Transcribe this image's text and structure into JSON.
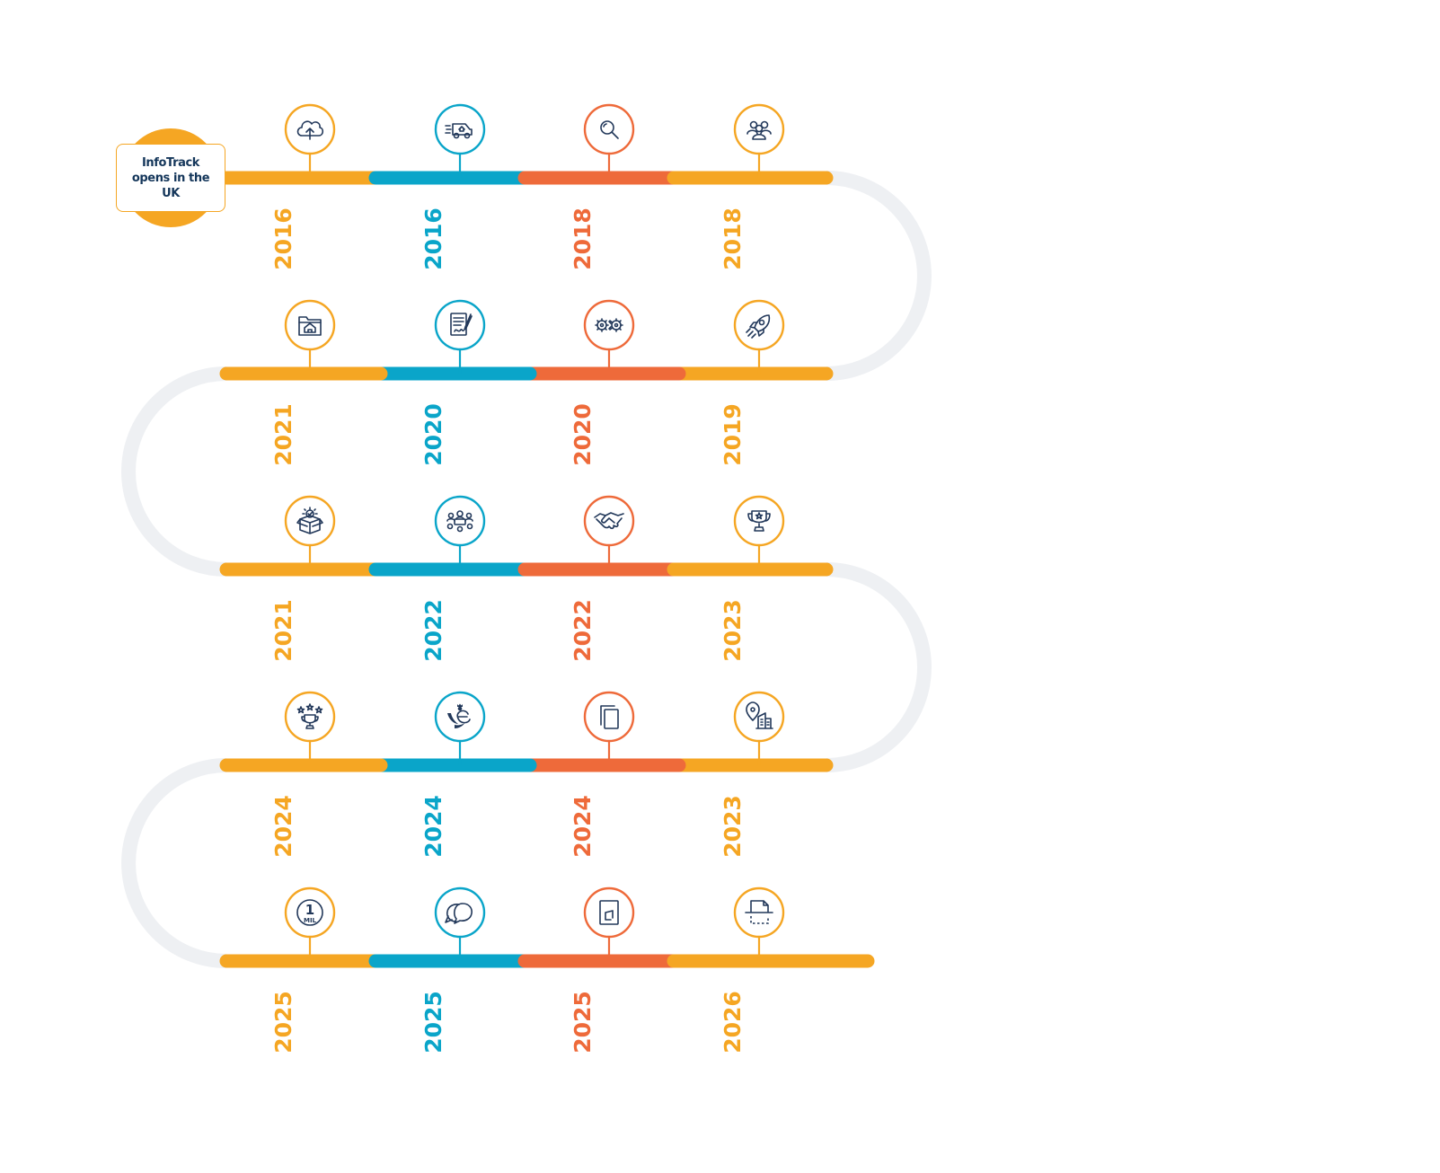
{
  "colors": {
    "orange": "#f5a623",
    "blue": "#0aa5c9",
    "red": "#ee6a3a",
    "track": "#eef0f3",
    "icon": "#22385a",
    "card_text": "#14365a"
  },
  "start_card": {
    "text": "InfoTrack opens in the UK"
  },
  "rows": [
    {
      "direction": "ltr",
      "milestones": [
        {
          "year": "2016",
          "color": "orange",
          "icon": "cloud-upload-icon"
        },
        {
          "year": "2016",
          "color": "blue",
          "icon": "delivery-van-icon"
        },
        {
          "year": "2018",
          "color": "red",
          "icon": "magnifying-glass-icon"
        },
        {
          "year": "2018",
          "color": "orange",
          "icon": "people-group-icon"
        }
      ]
    },
    {
      "direction": "rtl",
      "milestones": [
        {
          "year": "2021",
          "color": "orange",
          "icon": "property-folder-icon"
        },
        {
          "year": "2020",
          "color": "blue",
          "icon": "signed-document-icon"
        },
        {
          "year": "2020",
          "color": "red",
          "icon": "connected-gears-icon"
        },
        {
          "year": "2019",
          "color": "orange",
          "icon": "rocket-icon"
        }
      ]
    },
    {
      "direction": "ltr",
      "milestones": [
        {
          "year": "2021",
          "color": "orange",
          "icon": "verified-package-icon"
        },
        {
          "year": "2022",
          "color": "blue",
          "icon": "team-meeting-icon"
        },
        {
          "year": "2022",
          "color": "red",
          "icon": "handshake-icon"
        },
        {
          "year": "2023",
          "color": "orange",
          "icon": "trophy-icon"
        }
      ]
    },
    {
      "direction": "rtl",
      "milestones": [
        {
          "year": "2024",
          "color": "orange",
          "icon": "trophy-stars-icon"
        },
        {
          "year": "2024",
          "color": "blue",
          "icon": "kings-award-emblem-icon"
        },
        {
          "year": "2024",
          "color": "red",
          "icon": "copy-documents-icon"
        },
        {
          "year": "2023",
          "color": "orange",
          "icon": "location-buildings-icon"
        }
      ]
    },
    {
      "direction": "ltr",
      "milestones": [
        {
          "year": "2025",
          "color": "orange",
          "icon": "one-million-badge-icon",
          "badge_number": "1",
          "badge_text": "MIL"
        },
        {
          "year": "2025",
          "color": "blue",
          "icon": "chat-bubbles-icon"
        },
        {
          "year": "2025",
          "color": "red",
          "icon": "document-page-icon"
        },
        {
          "year": "2026",
          "color": "orange",
          "icon": "document-scan-icon"
        }
      ]
    }
  ]
}
